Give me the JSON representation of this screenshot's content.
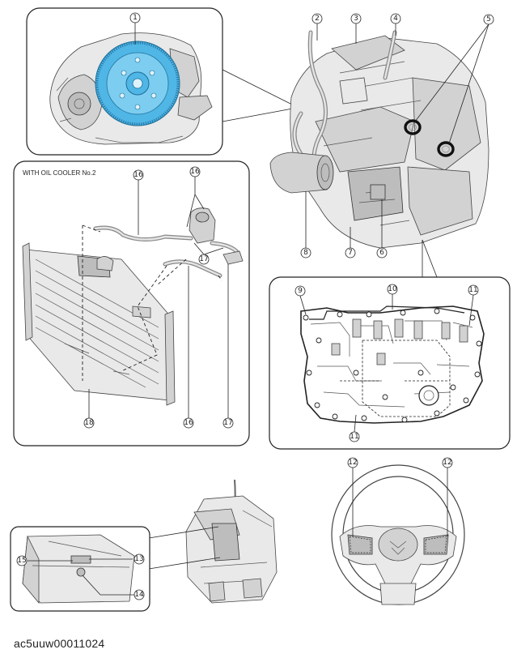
{
  "image_id": "ac5uuw00011024",
  "oil_cooler_caption": "WITH OIL COOLER No.2",
  "callouts": {
    "c1": "1",
    "c2": "2",
    "c3": "3",
    "c4": "4",
    "c5": "5",
    "c6": "6",
    "c7": "7",
    "c8": "8",
    "c9": "9",
    "c10": "10",
    "c11": "11",
    "c12": "12",
    "c13": "13",
    "c14": "14",
    "c15": "15",
    "c16": "16",
    "c17": "17",
    "c18": "18"
  },
  "colors": {
    "highlight": "#4fb6e6",
    "line": "#222222"
  }
}
